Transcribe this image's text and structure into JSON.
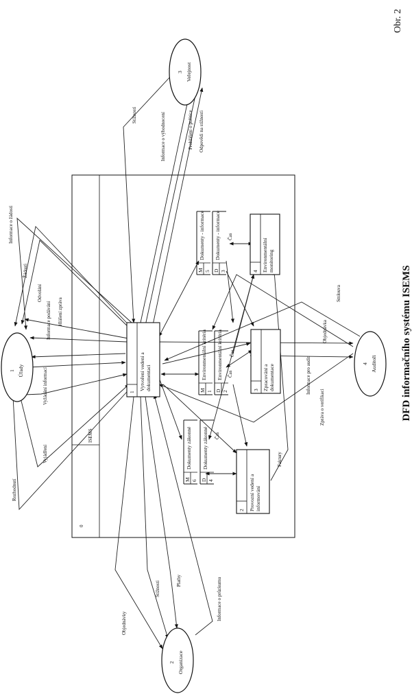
{
  "figure_label": "Obr. 2",
  "caption": "DFD informačního systému ISEMS",
  "system": {
    "number": "0",
    "name": "ISEMS"
  },
  "entities": {
    "urady": {
      "number": "1",
      "name": "Úřady"
    },
    "organizace": {
      "number": "2",
      "name": "Organizace"
    },
    "verejnost": {
      "number": "3",
      "name": "Veřejnost"
    },
    "auditor": {
      "number": "4",
      "name": "Auditoři"
    }
  },
  "processes": {
    "p1": {
      "number": "1",
      "line1": "Vytvoření vedení a",
      "line2": "dokumentaci"
    },
    "p2": {
      "number": "2",
      "line1": "Provozní vedení a",
      "line2": "informování"
    },
    "p3": {
      "number": "3",
      "line1": "Zpracování a",
      "line2": "dokumentace"
    },
    "p4": {
      "number": "4",
      "line1": "Environmentální",
      "line2": "monitoring"
    }
  },
  "stores": {
    "s1": {
      "letter": "M",
      "number": "6",
      "name": "Dokumenty zákonné"
    },
    "s2": {
      "letter": "D",
      "number": "4",
      "name": "Dokumenty zákonné"
    },
    "s3": {
      "letter": "M",
      "number": "1",
      "name": "Environmentální kritéria"
    },
    "s4": {
      "letter": "D",
      "number": "2",
      "name": "Environmentální kritéria"
    },
    "s5": {
      "letter": "M",
      "number": "5",
      "name": "Dokumenty - informace"
    },
    "s6": {
      "letter": "D",
      "number": "3",
      "name": "Dokumenty - informace"
    }
  },
  "store_labels": {
    "a": "Čas",
    "b": "Čas",
    "c": "Čas",
    "d": "Čas"
  },
  "flows": {
    "f_info_o_zadosti": "Informace o žádosti",
    "f_zadosti": "Žádosti",
    "f_odvolani": "Odvolání",
    "f_informace_podavani": "Informace podávání",
    "f_hlaseni_zprava": "Hlášení zpráva",
    "f_vyzadani_informaci": "Vyžádání informací",
    "f_vyjadreni": "Vyjádření",
    "f_rozhodnuti": "Rozhodnutí",
    "f_stiznosti": "Stížnosti",
    "f_informace_o_vyhodnoceni": "Informace o výhodnocení",
    "f_prohlaseni": "Prohlášení o politice",
    "f_odpovedi_na_stiznosti": "Odpovědi na stížnosti",
    "f_objednavky": "Objednávky",
    "f_stiznosti2": "Stížnosti",
    "f_platby": "Platby",
    "f_informace_o_pruzkumu": "Informace o průzkumu",
    "f_informace_pro_audit": "Informace pro audit",
    "f_objednavka": "Objednávka",
    "f_smlouva": "Smlouva",
    "f_zprava_o_verifikaci": "Zpráva o verifikaci",
    "f_faktury": "Faktury"
  }
}
